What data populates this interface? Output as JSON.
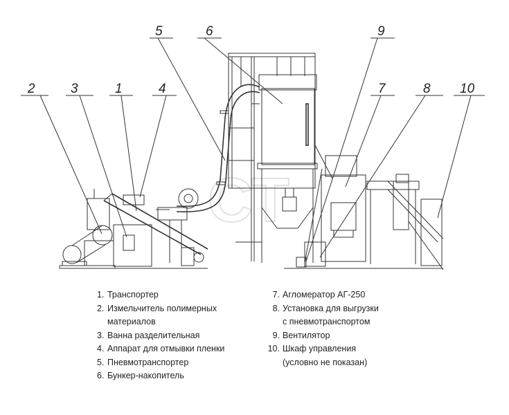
{
  "diagram": {
    "callouts": [
      "1",
      "2",
      "3",
      "4",
      "5",
      "6",
      "7",
      "8",
      "9",
      "10"
    ],
    "watermark": "СТ"
  },
  "legend": {
    "left": [
      {
        "num": "1.",
        "text": "Транспортер"
      },
      {
        "num": "2.",
        "text": "Измельчитель полимерных",
        "text2": "материалов"
      },
      {
        "num": "3.",
        "text": "Ванна разделительная"
      },
      {
        "num": "4.",
        "text": "Аппарат для отмывки пленки"
      },
      {
        "num": "5.",
        "text": "Пневмотранспортер"
      },
      {
        "num": "6.",
        "text": "Бункер-накопитель"
      }
    ],
    "right": [
      {
        "num": "7.",
        "text": "Агломератор АГ-250"
      },
      {
        "num": "8.",
        "text": "Установка для выгрузки",
        "text2": "с пневмотранспортом"
      },
      {
        "num": "9.",
        "text": "Вентилятор"
      },
      {
        "num": "10.",
        "text": "Шкаф управления",
        "text2": "(условно не показан)"
      }
    ]
  }
}
